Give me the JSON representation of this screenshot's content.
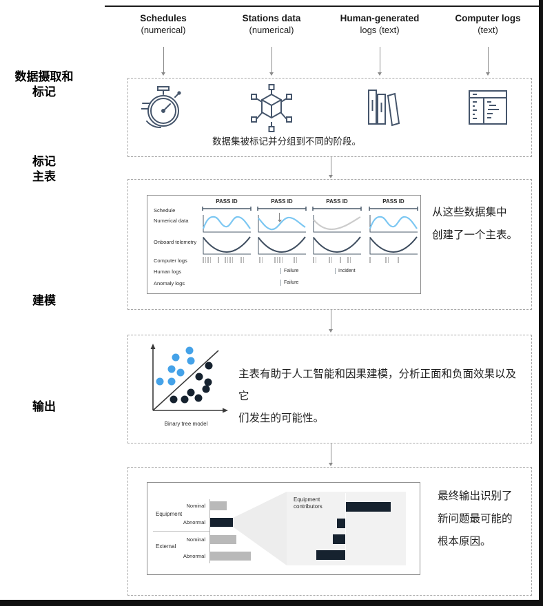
{
  "colors": {
    "accent_blue": "#47a3e8",
    "wave_blue": "#7cc7f2",
    "wave_gray": "#cccccc",
    "navy": "#16222f",
    "bar_gray": "#b9b9b9",
    "panel_gray": "#f2f2f2",
    "icon_stroke": "#45556b",
    "connector_gray": "#8a8a8a",
    "frame_black": "#111111"
  },
  "headers": [
    {
      "line1": "Schedules",
      "line2": "(numerical)"
    },
    {
      "line1": "Stations data",
      "line2": "(numerical)"
    },
    {
      "line1": "Human-generated",
      "line2": "logs (text)"
    },
    {
      "line1": "Computer logs",
      "line2": "(text)"
    }
  ],
  "sections": {
    "ingestion": {
      "label_line1": "数据摄取和",
      "label_line2": "标记",
      "caption": "数据集被标记并分组到不同的阶段。",
      "icons": [
        "stopwatch",
        "cube-network",
        "books",
        "log-table"
      ]
    },
    "master": {
      "label_line1": "标记",
      "label_line2": "主表",
      "pass_id": "PASS ID",
      "rows": [
        "Schedule",
        "Numerical data",
        "Onboard telemetry",
        "Computer logs",
        "Human logs",
        "Anomaly logs"
      ],
      "events": {
        "human_failure": "Failure",
        "human_incident": "Incident",
        "anomaly_failure": "Failure"
      },
      "note_line1": "从这些数据集中",
      "note_line2": "创建了一个主表。"
    },
    "modeling": {
      "label": "建模",
      "plot_caption": "Binary tree model",
      "note_line1": "主表有助于人工智能和因果建模，分析正面和负面效果以及它",
      "note_line2": "们发生的可能性。"
    },
    "output": {
      "label": "输出",
      "groups": [
        {
          "name": "Equipment",
          "bars": [
            {
              "label": "Nominal",
              "color": "gray",
              "len": 24
            },
            {
              "label": "Abnormal",
              "color": "navy",
              "len": 33
            }
          ]
        },
        {
          "name": "External",
          "bars": [
            {
              "label": "Nominal",
              "color": "gray",
              "len": 38
            },
            {
              "label": "Abnormal",
              "color": "gray",
              "len": 59
            }
          ]
        }
      ],
      "contrib_line1": "Equipment",
      "contrib_line2": "contributors",
      "waterfall": [
        {
          "dir": "right",
          "len": 65
        },
        {
          "dir": "left",
          "len": 12
        },
        {
          "dir": "left",
          "len": 18
        },
        {
          "dir": "left",
          "len": 42
        }
      ],
      "note_line1": "最终输出识别了",
      "note_line2": "新问题最可能的",
      "note_line3": "根本原因。"
    }
  }
}
